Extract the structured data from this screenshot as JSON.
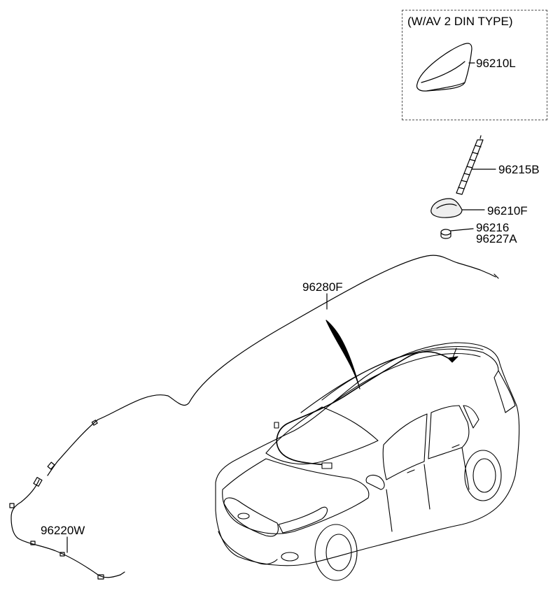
{
  "option_box": {
    "title": "(W/AV 2 DIN TYPE)"
  },
  "parts": {
    "shark_fin_antenna": "96210L",
    "antenna_pole": "96215B",
    "antenna_base": "96210F",
    "nut_1": "96216",
    "nut_2": "96227A",
    "roof_feeder_cable": "96280F",
    "extension_cable": "96220W"
  }
}
